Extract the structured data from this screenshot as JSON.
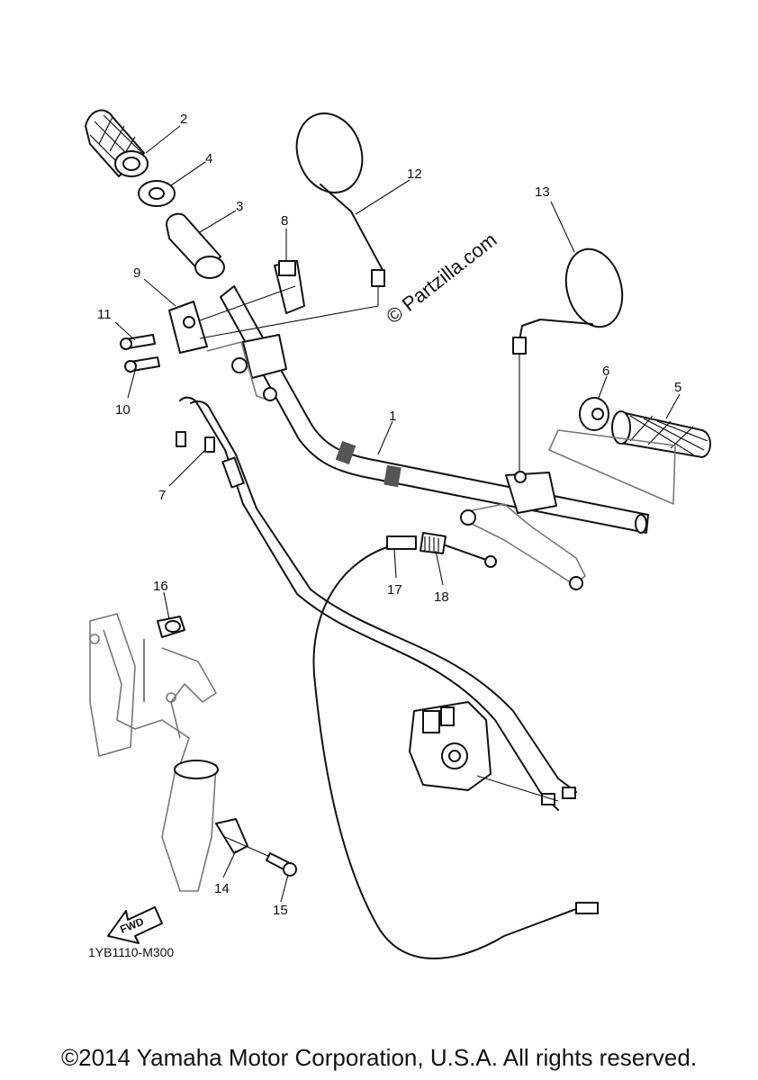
{
  "diagram": {
    "part_numbers": [
      "1",
      "2",
      "3",
      "4",
      "5",
      "6",
      "7",
      "8",
      "9",
      "10",
      "11",
      "12",
      "13",
      "14",
      "15",
      "16",
      "17",
      "18"
    ],
    "watermark": "© Partzilla.com",
    "fwd_label": "FWD",
    "reference_code": "1YB1110-M300"
  },
  "footer": {
    "copyright": "©2014 Yamaha Motor Corporation, U.S.A. All rights reserved."
  }
}
